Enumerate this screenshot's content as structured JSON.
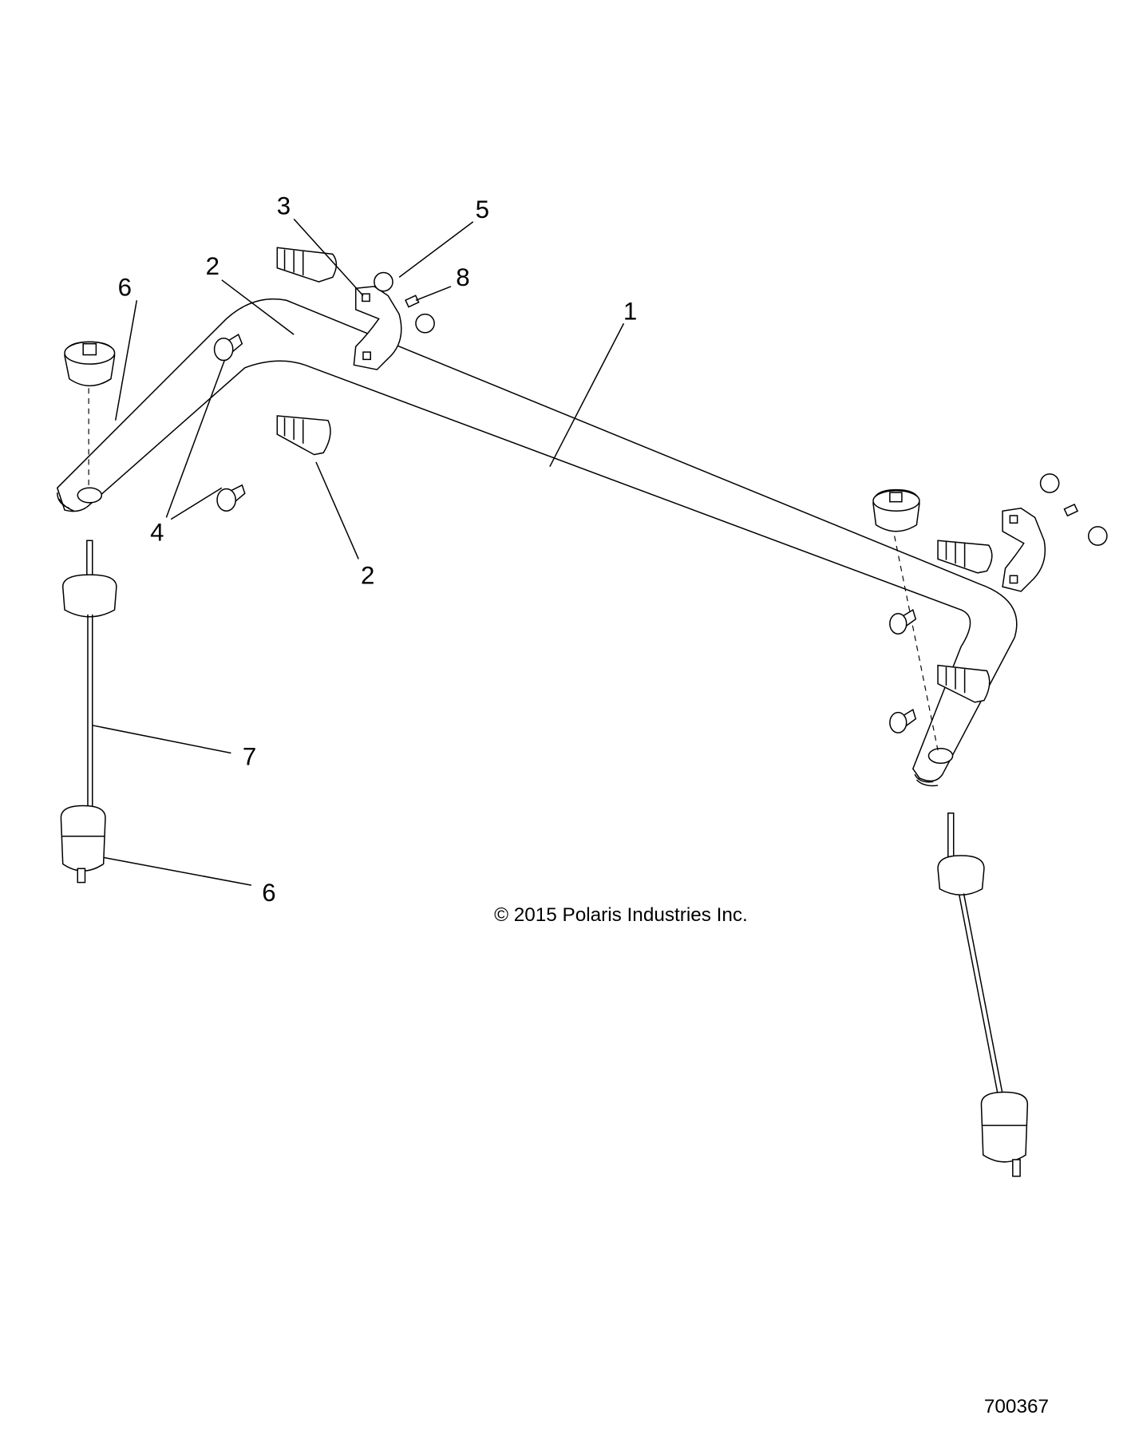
{
  "diagram": {
    "callouts": [
      {
        "part": "1",
        "label": "1"
      },
      {
        "part": "2",
        "label": "2"
      },
      {
        "part": "2",
        "label": "2"
      },
      {
        "part": "3",
        "label": "3"
      },
      {
        "part": "4",
        "label": "4"
      },
      {
        "part": "5",
        "label": "5"
      },
      {
        "part": "6",
        "label": "6"
      },
      {
        "part": "6",
        "label": "6"
      },
      {
        "part": "7",
        "label": "7"
      },
      {
        "part": "8",
        "label": "8"
      }
    ],
    "copyright": "© 2015 Polaris Industries Inc.",
    "drawing_number": "700367"
  }
}
